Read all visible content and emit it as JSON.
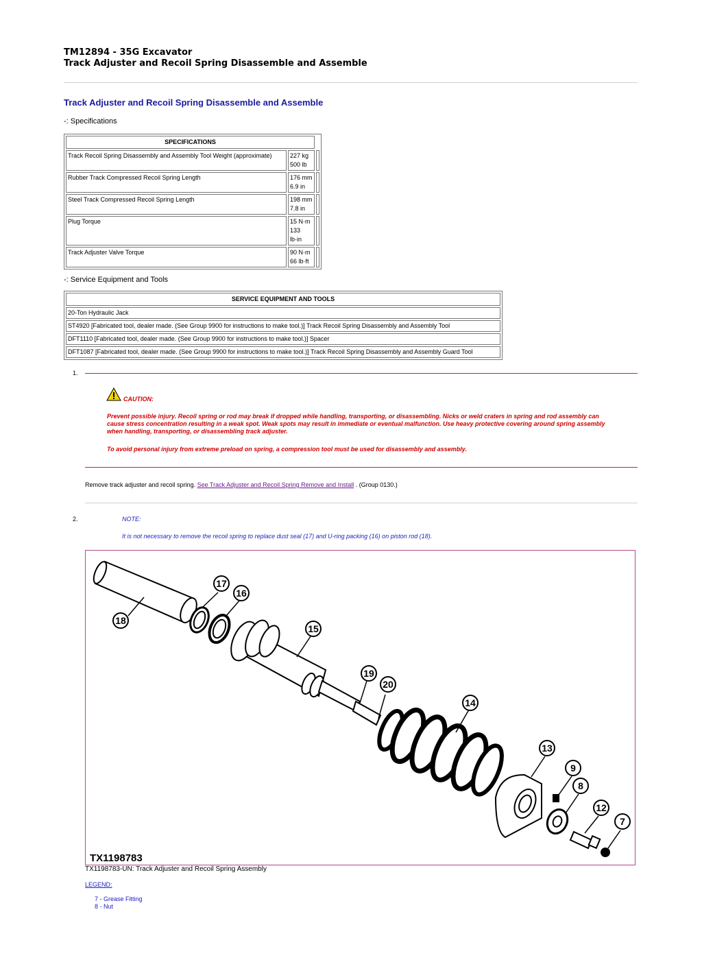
{
  "header": {
    "line1": "TM12894 - 35G Excavator",
    "line2": "Track Adjuster and Recoil Spring Disassemble and Assemble"
  },
  "section_title": "Track Adjuster and Recoil Spring Disassemble and Assemble",
  "specs_caption": "-: Specifications",
  "specs_table": {
    "header": "SPECIFICATIONS",
    "rows": [
      {
        "label": "Track Recoil Spring Disassembly and Assembly Tool Weight (approximate)",
        "v1": "227 kg",
        "v2": "500 lb"
      },
      {
        "label": "Rubber Track Compressed Recoil Spring Length",
        "v1": "176 mm",
        "v2": "6.9 in"
      },
      {
        "label": "Steel Track Compressed Recoil Spring Length",
        "v1": "198 mm",
        "v2": "7.8 in"
      },
      {
        "label": "Plug Torque",
        "v1": "15 N·m",
        "v2": "133 lb·in"
      },
      {
        "label": "Track Adjuster Valve Torque",
        "v1": "90 N·m",
        "v2": "66 lb·ft"
      }
    ]
  },
  "tools_caption": "-: Service Equipment and Tools",
  "tools_table": {
    "header": "SERVICE EQUIPMENT AND TOOLS",
    "rows": [
      "20-Ton Hydraulic Jack",
      "ST4920 [Fabricated tool, dealer made. (See Group 9900 for instructions to make tool.)] Track Recoil Spring Disassembly and Assembly Tool",
      "DFT1110 [Fabricated tool, dealer made. (See Group 9900 for instructions to make tool.)] Spacer",
      "DFT1087 [Fabricated tool, dealer made. (See Group 9900 for instructions to make tool.)] Track Recoil Spring Disassembly and Assembly Guard Tool"
    ]
  },
  "step1": {
    "number": "1.",
    "caution_label": "CAUTION:",
    "caution_p1": "Prevent possible injury. Recoil spring or rod may break if dropped while handling, transporting, or disassembling. Nicks or weld craters in spring and rod assembly can cause stress concentration resulting in a weak spot. Weak spots may result in immediate or eventual malfunction. Use heavy protective covering around spring assembly when handling, transporting, or disassembling track adjuster.",
    "caution_p2": "To avoid personal injury from extreme preload on spring, a compression tool must be used for disassembly and assembly.",
    "text_before": "Remove track adjuster and recoil spring. ",
    "link": "See Track Adjuster and Recoil Spring Remove and Install",
    "text_after": " . (Group 0130.)"
  },
  "step2": {
    "number": "2.",
    "note_label": "NOTE:",
    "note_text": "It is not necessary to remove the recoil spring to replace dust seal (17) and U-ring packing (16) on piston rod (18).",
    "figure_id": "TX1198783",
    "callouts": [
      "18",
      "17",
      "16",
      "15",
      "19",
      "20",
      "14",
      "13",
      "9",
      "8",
      "12",
      "7"
    ],
    "caption": "TX1198783-UN: Track Adjuster and Recoil Spring Assembly"
  },
  "legend": {
    "title": "LEGEND:",
    "items": [
      "7 - Grease Fitting",
      "8 - Nut"
    ]
  }
}
